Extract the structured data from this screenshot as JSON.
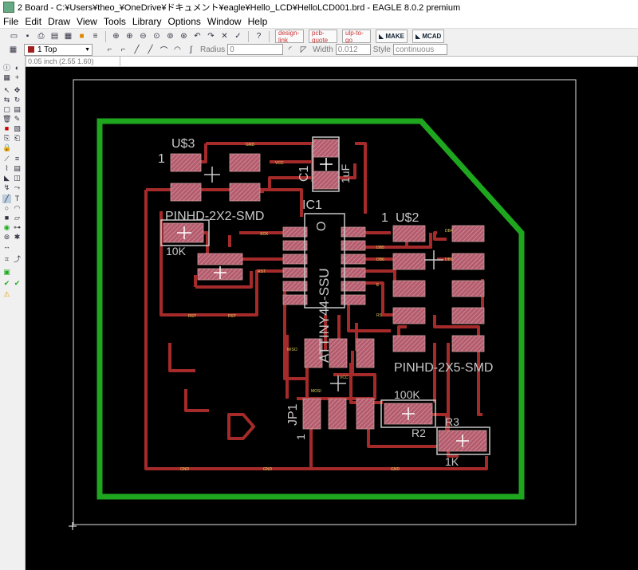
{
  "window": {
    "title": "2 Board - C:¥Users¥theo_¥OneDrive¥ドキュメント¥eagle¥Hello_LCD¥HelloLCD001.brd - EAGLE 8.0.2 premium"
  },
  "menu": [
    "File",
    "Edit",
    "Draw",
    "View",
    "Tools",
    "Library",
    "Options",
    "Window",
    "Help"
  ],
  "toolbar": {
    "buttons": [
      "open-icon",
      "save-icon",
      "print-icon",
      "cam-icon",
      "board-icon",
      "schematic-icon",
      "run-script-icon",
      "zoom-fit-icon",
      "zoom-in-icon",
      "zoom-out-icon",
      "zoom-redraw-icon",
      "zoom-select-icon",
      "undo-icon",
      "redo-icon",
      "stop-icon",
      "go-icon",
      "help-icon"
    ],
    "fusion_buttons": [
      "design-link",
      "pcb-quote",
      "ulp-to-go"
    ],
    "make_label": "MAKE",
    "mcad_label": "MCAD"
  },
  "params": {
    "layer": "1 Top",
    "radius_label": "Radius",
    "radius_value": "0",
    "width_label": "Width",
    "width_value": "0.012",
    "style_label": "Style",
    "style_value": "continuous"
  },
  "status": {
    "coords": "0.05 inch (2.55 1.60)"
  },
  "board": {
    "labels": {
      "u3": "U$3",
      "u3_pin1": "1",
      "c1": "C1",
      "c1_value": "1uF",
      "ic1": "IC1",
      "ic1_pin1": "O",
      "ic1_value": "ATTINY44-SSU",
      "pinhd2x2": "PINHD-2X2-SMD",
      "r10k": "10K",
      "u2": "U$2",
      "u2_pin1": "1",
      "pinhd2x5": "PINHD-2X5-SMD",
      "r100k": "100K",
      "r2": "R2",
      "r3": "R3",
      "r1k": "1K",
      "jp1": "JP1",
      "jp1_pin1": "1"
    },
    "nets": [
      "GND",
      "VCC",
      "RST",
      "MISO",
      "MOSI",
      "SCK",
      "DB4",
      "DB5",
      "DB6",
      "DB7",
      "E",
      "RS"
    ]
  },
  "colors": {
    "outline": "#1fa61f",
    "trace": "#a52a2a",
    "pad": "#b06070",
    "silk": "#c8c8c8",
    "canvas": "#000000"
  }
}
